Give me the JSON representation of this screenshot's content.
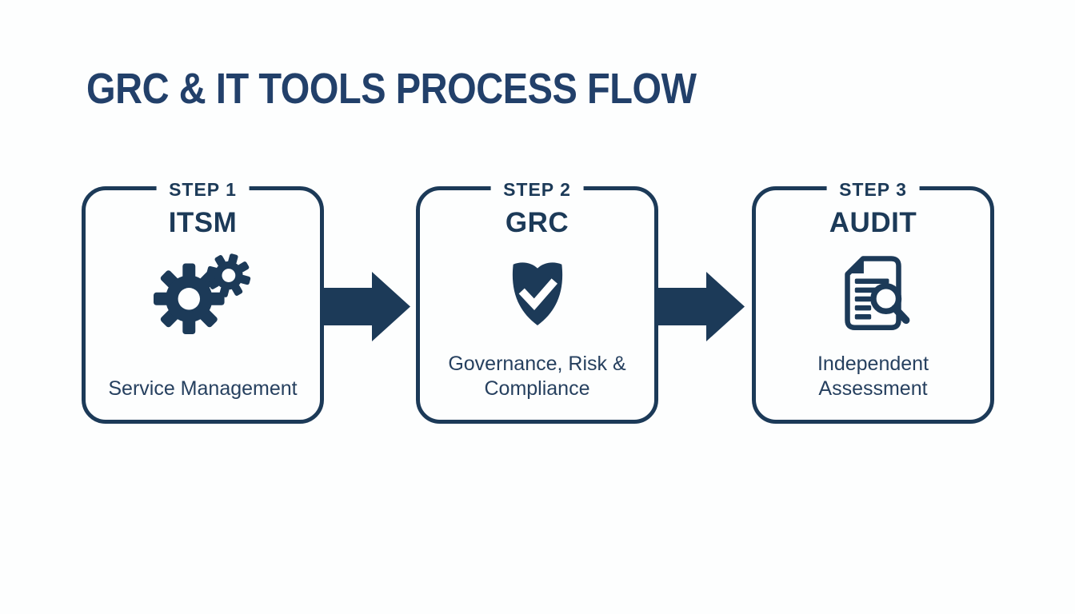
{
  "page": {
    "title": "GRC & IT TOOLS PROCESS FLOW"
  },
  "colors": {
    "navy": "#1c3a58",
    "title_navy": "#22406a",
    "description_navy": "#26405f",
    "background": "#fdfefe",
    "check_white": "#ffffff"
  },
  "steps": [
    {
      "step_label": "STEP 1",
      "heading": "ITSM",
      "description": "Service Management",
      "icon": "gears-icon"
    },
    {
      "step_label": "STEP 2",
      "heading": "GRC",
      "description": "Governance, Risk & Compliance",
      "icon": "shield-check-icon"
    },
    {
      "step_label": "STEP 3",
      "heading": "AUDIT",
      "description": "Independent Assessment",
      "icon": "document-search-icon"
    }
  ],
  "connectors": [
    {
      "type": "arrow-right"
    },
    {
      "type": "arrow-right"
    }
  ]
}
